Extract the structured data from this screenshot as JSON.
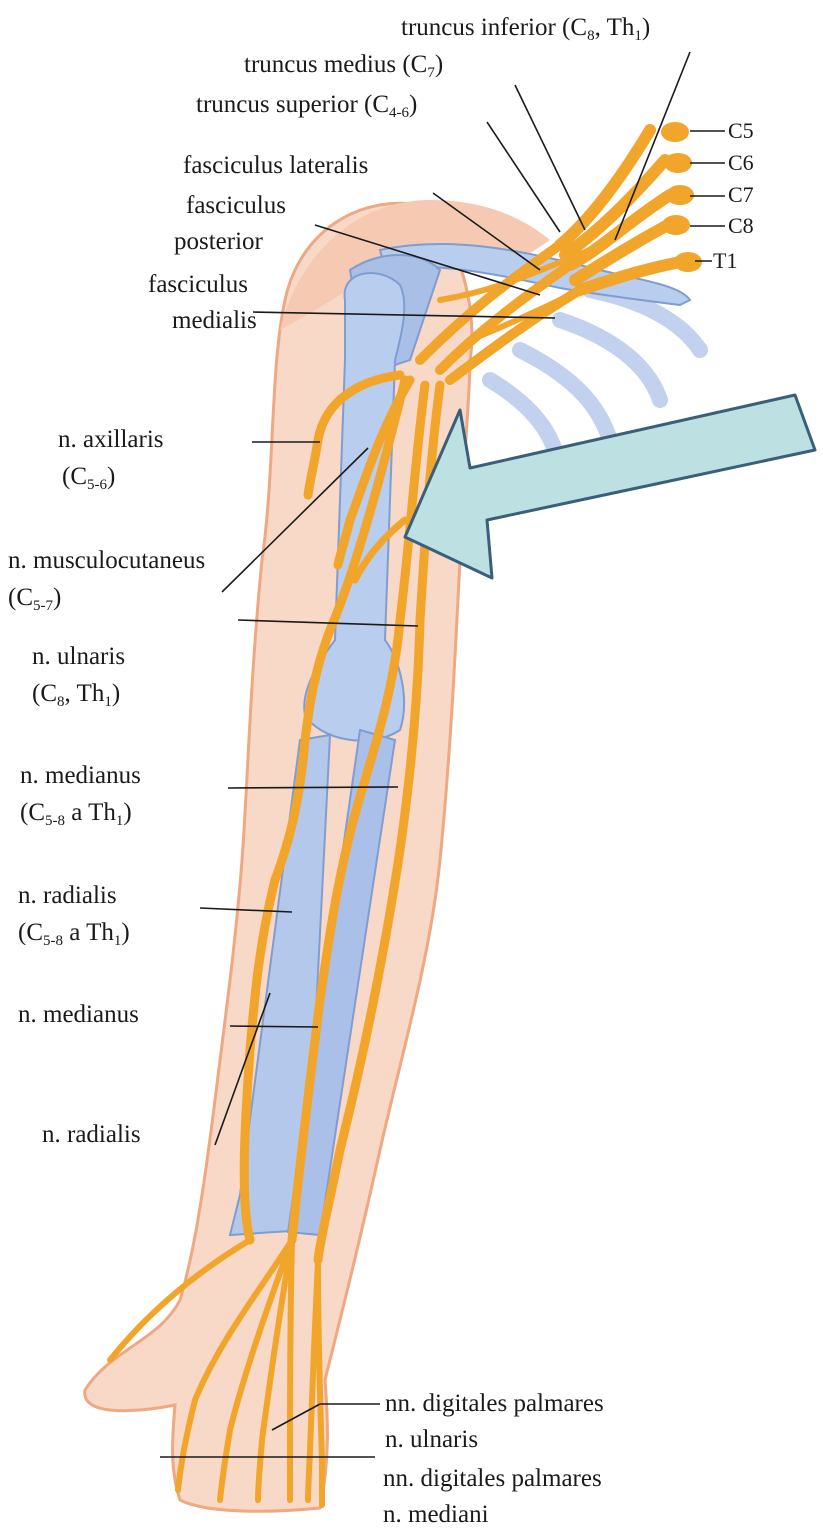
{
  "colors": {
    "nerve": "#f2a52b",
    "nerve_edge": "#c98010",
    "bone": "#b9cdee",
    "bone_edge": "#7f9dd0",
    "skin": "#f8d8c6",
    "skin_edge": "#eea882",
    "arrow_fill": "#bde0e3",
    "arrow_stroke": "#3a5f7a"
  },
  "labels": {
    "truncus_inferior": {
      "pre": "truncus inferior (C",
      "s1": "8",
      "mid": ", Th",
      "s2": "1",
      "post": ")"
    },
    "truncus_medius": {
      "pre": "truncus medius (C",
      "s1": "7",
      "post": ")"
    },
    "truncus_superior": {
      "pre": "truncus superior (C",
      "s1": "4-6",
      "post": ")"
    },
    "fasciculus_lateralis": "fasciculus lateralis",
    "fasciculus_posterior_1": "fasciculus",
    "fasciculus_posterior_2": "posterior",
    "fasciculus_medialis_1": "fasciculus",
    "fasciculus_medialis_2": "medialis",
    "axillaris_1": "n. axillaris",
    "axillaris_2": {
      "pre": "(C",
      "s1": "5-6",
      "post": ")"
    },
    "musculocutaneus_1": "n. musculocutaneus",
    "musculocutaneus_2": {
      "pre": "(C",
      "s1": "5-7",
      "post": ")"
    },
    "ulnaris_1": "n. ulnaris",
    "ulnaris_2": {
      "pre": "(C",
      "s1": "8",
      "mid": ", Th",
      "s2": "1",
      "post": ")"
    },
    "medianus_1": "n. medianus",
    "medianus_2": {
      "pre": "(C",
      "s1": "5-8",
      "mid": " a Th",
      "s2": "1",
      "post": ")"
    },
    "radialis_1": "n. radialis",
    "radialis_2": {
      "pre": "(C",
      "s1": "5-8",
      "mid": " a Th",
      "s2": "1",
      "post": ")"
    },
    "medianus_lower": "n. medianus",
    "radialis_lower": "n. radialis",
    "digitales_ulnaris_1": "nn. digitales palmares",
    "digitales_ulnaris_2": "n. ulnaris",
    "digitales_mediani_1": "nn. digitales palmares",
    "digitales_mediani_2": "n. mediani",
    "roots": [
      "C5",
      "C6",
      "C7",
      "C8",
      "T1"
    ]
  }
}
